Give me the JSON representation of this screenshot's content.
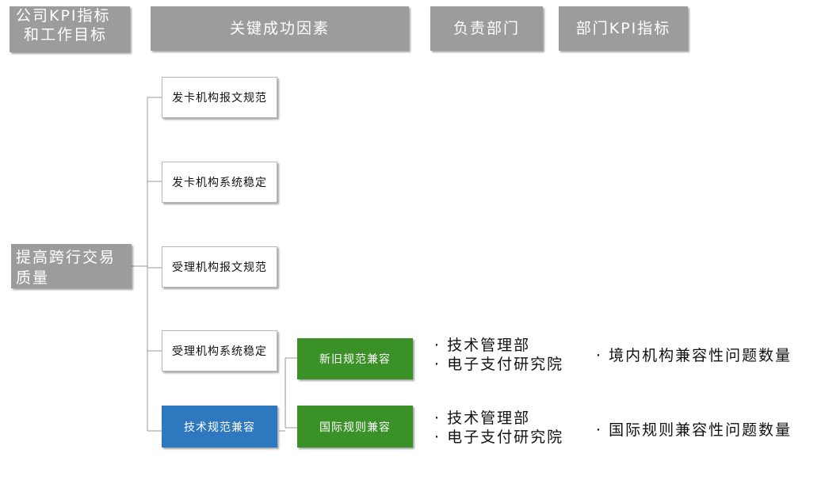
{
  "headers": {
    "company_kpi_line1": "公司KPI指标",
    "company_kpi_line2": "和工作目标",
    "key_factors": "关键成功因素",
    "responsible_dept": "负责部门",
    "dept_kpi": "部门KPI指标"
  },
  "root": {
    "line1": "提高跨行交易",
    "line2": "质量"
  },
  "factors": [
    "发卡机构报文规范",
    "发卡机构系统稳定",
    "受理机构报文规范",
    "受理机构系统稳定",
    "技术规范兼容"
  ],
  "sub_factors": [
    "新旧规范兼容",
    "国际规则兼容"
  ],
  "departments": [
    {
      "line1": "· 技术管理部",
      "line2": "· 电子支付研究院"
    },
    {
      "line1": "· 技术管理部",
      "line2": "· 电子支付研究院"
    }
  ],
  "dept_kpis": [
    "· 境内机构兼容性问题数量",
    "· 国际规则兼容性问题数量"
  ],
  "colors": {
    "header_gray": "#9c9c9c",
    "highlight_blue": "#2e78c0",
    "sub_green": "#3a9128"
  }
}
